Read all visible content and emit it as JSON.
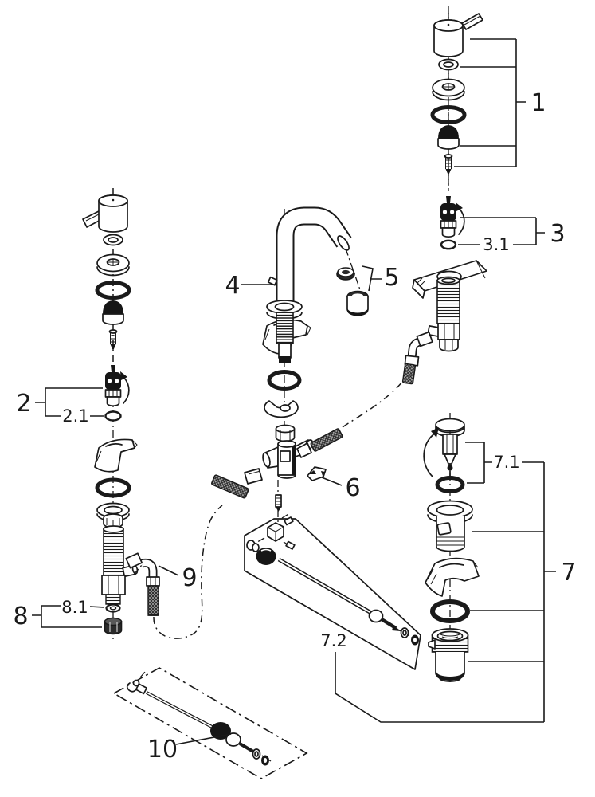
{
  "diagram": {
    "background": "#ffffff",
    "line_color": "#1a1a1a",
    "labels": {
      "c1": "1",
      "c2": "2",
      "c2_1": "2.1",
      "c3": "3",
      "c3_1": "3.1",
      "c4": "4",
      "c5": "5",
      "c6": "6",
      "c7": "7",
      "c7_1": "7.1",
      "c7_2": "7.2",
      "c8": "8",
      "c8_1": "8.1",
      "c9": "9",
      "c10": "10"
    }
  }
}
